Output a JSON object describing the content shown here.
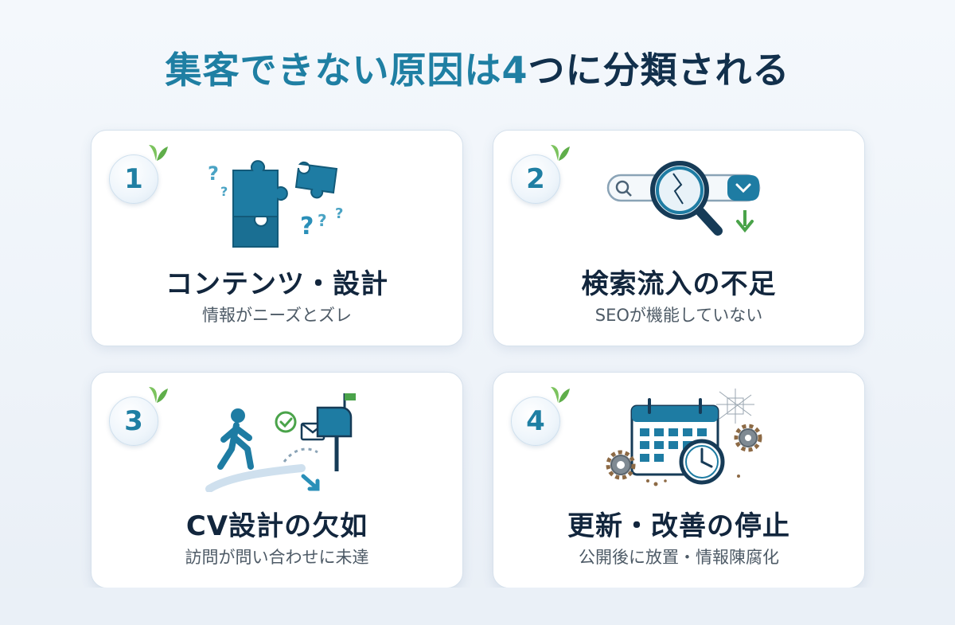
{
  "title": {
    "highlight": "集客できない原因は",
    "number": "4",
    "rest": "つに分類される"
  },
  "cards": [
    {
      "number": "1",
      "title": "コンテンツ・設計",
      "subtitle": "情報がニーズとズレ",
      "icon": "puzzle-pieces-icon"
    },
    {
      "number": "2",
      "title": "検索流入の不足",
      "subtitle": "SEOが機能していない",
      "icon": "search-magnifier-icon"
    },
    {
      "number": "3",
      "title": "CV設計の欠如",
      "subtitle": "訪問が問い合わせに未達",
      "icon": "walker-mailbox-icon"
    },
    {
      "number": "4",
      "title": "更新・改善の停止",
      "subtitle": "公開後に放置・情報陳腐化",
      "icon": "calendar-clock-gears-icon"
    }
  ],
  "colors": {
    "accent": "#1f7fa3",
    "navy": "#12304c",
    "leaf": "#5fae4a",
    "card_bg": "#ffffff"
  }
}
